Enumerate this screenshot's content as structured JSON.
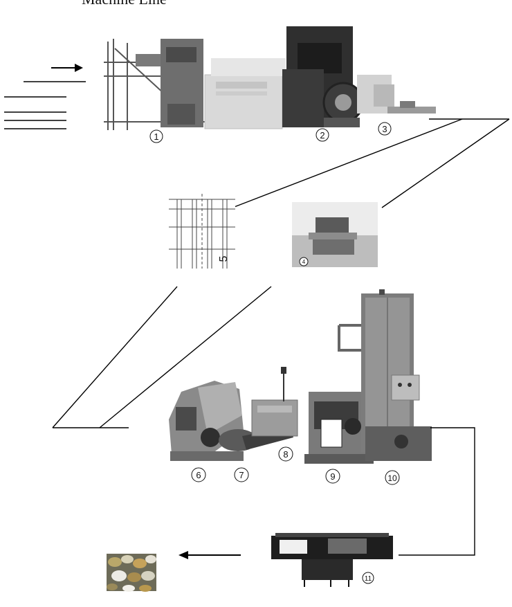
{
  "header": {
    "title": "Machine Line"
  },
  "stations": [
    {
      "id": "1",
      "label": "1"
    },
    {
      "id": "2",
      "label": "2"
    },
    {
      "id": "3",
      "label": "3"
    },
    {
      "id": "4",
      "label": "4"
    },
    {
      "id": "6",
      "label": "6"
    },
    {
      "id": "7",
      "label": "7"
    },
    {
      "id": "8",
      "label": "8"
    },
    {
      "id": "9",
      "label": "9"
    },
    {
      "id": "10",
      "label": "10"
    },
    {
      "id": "11",
      "label": "11"
    }
  ],
  "drawing": {
    "dimension_label": "5"
  },
  "colors": {
    "line": "#000000",
    "machine_dark": "#2b2b2b",
    "machine_mid": "#8a8a8a",
    "machine_light": "#cfcfcf"
  },
  "icons": [
    "arrow-right-icon",
    "arrow-left-icon",
    "coins-icon"
  ]
}
